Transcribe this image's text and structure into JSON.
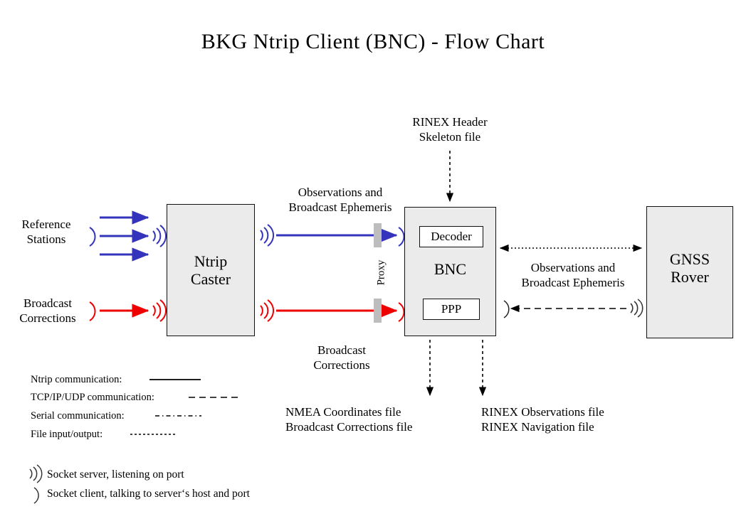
{
  "title": "BKG Ntrip Client (BNC)  -  Flow Chart",
  "nodes": {
    "reference_stations": "Reference\nStations",
    "reference_stations_l1": "Reference",
    "reference_stations_l2": "Stations",
    "broadcast_corrections_src_l1": "Broadcast",
    "broadcast_corrections_src_l2": "Corrections",
    "ntrip_caster_l1": "Ntrip",
    "ntrip_caster_l2": "Caster",
    "bnc": "BNC",
    "decoder": "Decoder",
    "ppp": "PPP",
    "gnss_rover_l1": "GNSS",
    "gnss_rover_l2": "Rover",
    "proxy": "Proxy"
  },
  "labels": {
    "rinex_header_l1": "RINEX Header",
    "rinex_header_l2": "Skeleton file",
    "obs_eph_top_l1": "Observations and",
    "obs_eph_top_l2": "Broadcast Ephemeris",
    "broadcast_corr_mid_l1": "Broadcast",
    "broadcast_corr_mid_l2": "Corrections",
    "obs_eph_right_l1": "Observations and",
    "obs_eph_right_l2": "Broadcast Ephemeris",
    "out_left_l1": "NMEA Coordinates file",
    "out_left_l2": "Broadcast Corrections file",
    "out_right_l1": "RINEX Observations file",
    "out_right_l2": "RINEX Navigation file"
  },
  "legend": {
    "lines": [
      {
        "label": "Ntrip communication:",
        "style": "solid"
      },
      {
        "label": "TCP/IP/UDP communication:",
        "style": "dashed"
      },
      {
        "label": "Serial communication:",
        "style": "dashdot"
      },
      {
        "label": "File input/output:",
        "style": "dotted"
      }
    ],
    "sockets": [
      {
        "icon": "socket-server-icon",
        "label": "Socket server, listening on port"
      },
      {
        "icon": "socket-client-icon",
        "label": "Socket client, talking to server‘s host and port"
      }
    ]
  },
  "colors": {
    "blue": "#3333bb",
    "red": "#ee0000",
    "box_fill": "#ebebeb",
    "box_stroke": "#111111",
    "proxy_bar": "#bdbdbd",
    "background": "#ffffff"
  }
}
